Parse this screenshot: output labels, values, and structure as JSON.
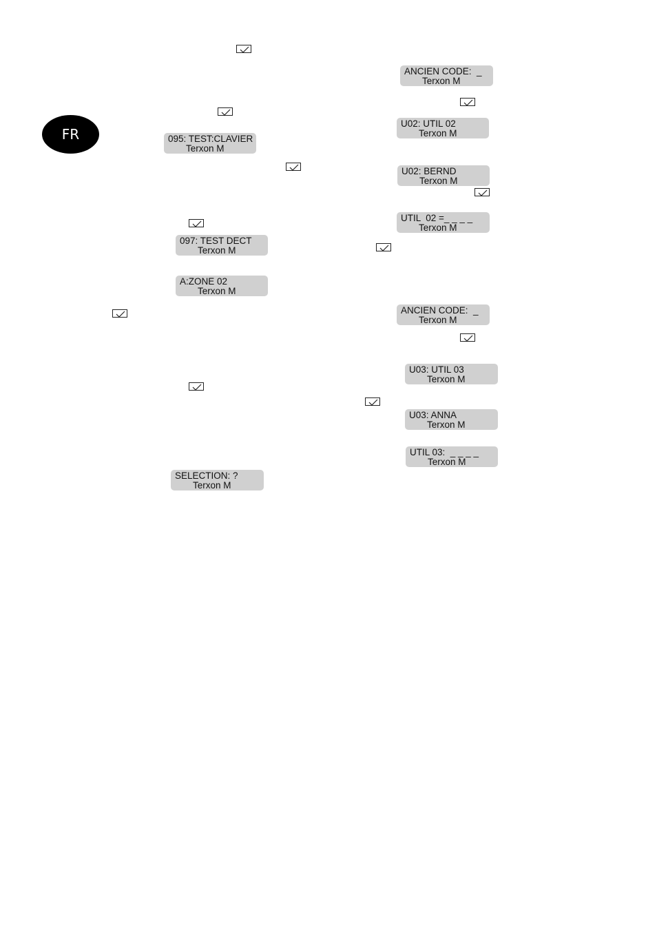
{
  "language_badge": "FR",
  "check_icon": "check-box-icon",
  "displays": {
    "test_clavier": {
      "line1": "095: TEST:CLAVIER",
      "line2": "Terxon M"
    },
    "test_dect": {
      "line1": "097: TEST DECT",
      "line2": "Terxon M"
    },
    "zone_02": {
      "line1": "A:ZONE 02",
      "line2": "Terxon M"
    },
    "selection": {
      "line1": "SELECTION: ?",
      "line2": "Terxon M"
    },
    "ancien_code_1": {
      "line1": "ANCIEN CODE:  _",
      "line2": "Terxon M"
    },
    "u02_util": {
      "line1": "U02: UTIL 02",
      "line2": "Terxon M"
    },
    "u02_bernd": {
      "line1": "U02: BERND",
      "line2": "Terxon M"
    },
    "util_02_code": {
      "line1": "UTIL  02 =_ _ _ _",
      "line2": "Terxon M"
    },
    "ancien_code_2": {
      "line1": "ANCIEN CODE:  _",
      "line2": "Terxon M"
    },
    "u03_util": {
      "line1": "U03: UTIL 03",
      "line2": "Terxon M"
    },
    "u03_anna": {
      "line1": "U03: ANNA",
      "line2": "Terxon M"
    },
    "util_03_code": {
      "line1": "UTIL 03:  _ _ _ _",
      "line2": "Terxon M"
    }
  }
}
